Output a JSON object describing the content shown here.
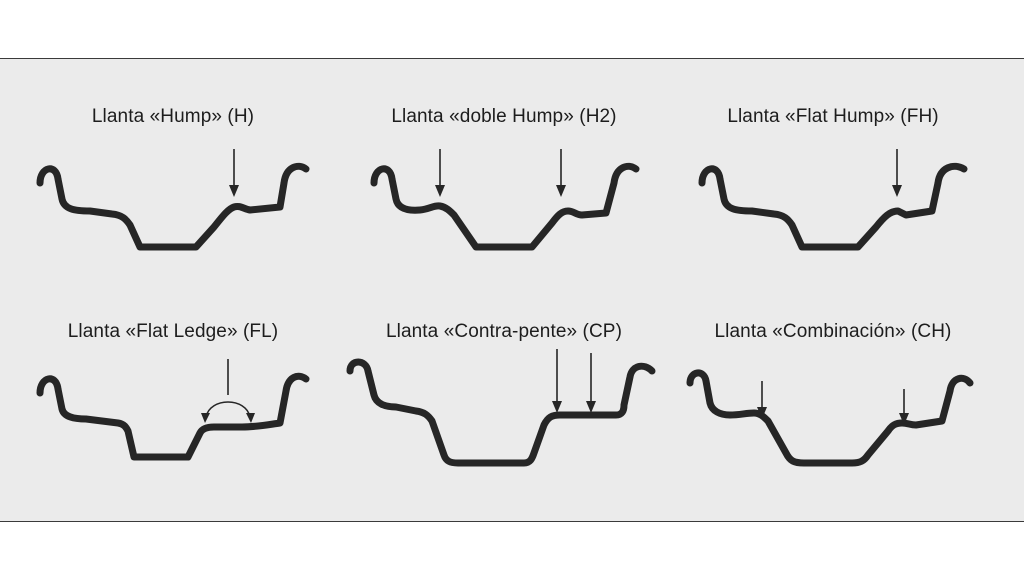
{
  "diagrams": [
    {
      "label": "Llanta «Hump» (H)"
    },
    {
      "label": "Llanta «doble Hump» (H2)"
    },
    {
      "label": "Llanta «Flat Hump» (FH)"
    },
    {
      "label": "Llanta «Flat Ledge» (FL)"
    },
    {
      "label": "Llanta «Contra-pente» (CP)"
    },
    {
      "label": "Llanta «Combinación» (CH)"
    }
  ],
  "colors": {
    "panel": "#ebebeb",
    "stroke": "#262626",
    "border": "#3a3a3a"
  }
}
